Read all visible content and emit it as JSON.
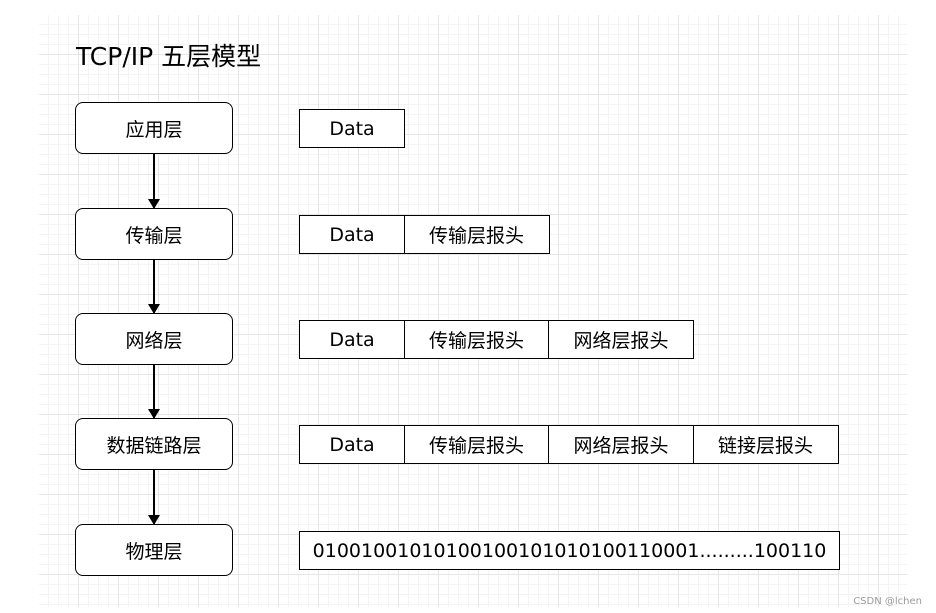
{
  "title": "TCP/IP 五层模型",
  "layers": [
    {
      "label": "应用层"
    },
    {
      "label": "传输层"
    },
    {
      "label": "网络层"
    },
    {
      "label": "数据链路层"
    },
    {
      "label": "物理层"
    }
  ],
  "packets": {
    "application": [
      "Data"
    ],
    "transport": [
      "Data",
      "传输层报头"
    ],
    "network": [
      "Data",
      "传输层报头",
      "网络层报头"
    ],
    "datalink": [
      "Data",
      "传输层报头",
      "网络层报头",
      "链接层报头"
    ],
    "physical": "01001001010100100101010100110001.........100110"
  },
  "watermark": "CSDN @lchen"
}
